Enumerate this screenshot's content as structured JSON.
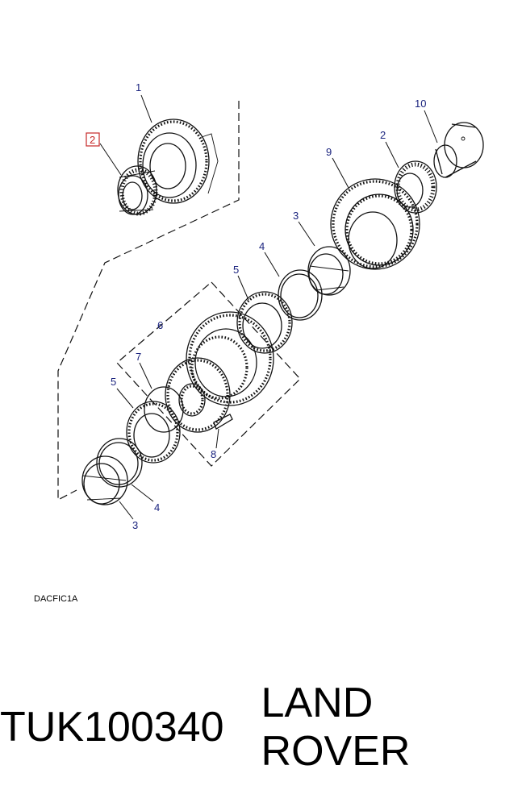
{
  "diagram": {
    "callouts": {
      "c1": "1",
      "c2_highlighted": "2",
      "c2": "2",
      "c10": "10",
      "c9": "9",
      "c3_upper": "3",
      "c4_upper": "4",
      "c5_upper": "5",
      "c6": "6",
      "c7": "7",
      "c5_lower": "5",
      "c8": "8",
      "c4_lower": "4",
      "c3_lower": "3"
    },
    "figure_code": "DACFIC1A",
    "highlight_color": "#c62828",
    "callout_color": "#1a237e"
  },
  "caption": {
    "part_number": "TUK100340",
    "brand": "LAND ROVER"
  }
}
